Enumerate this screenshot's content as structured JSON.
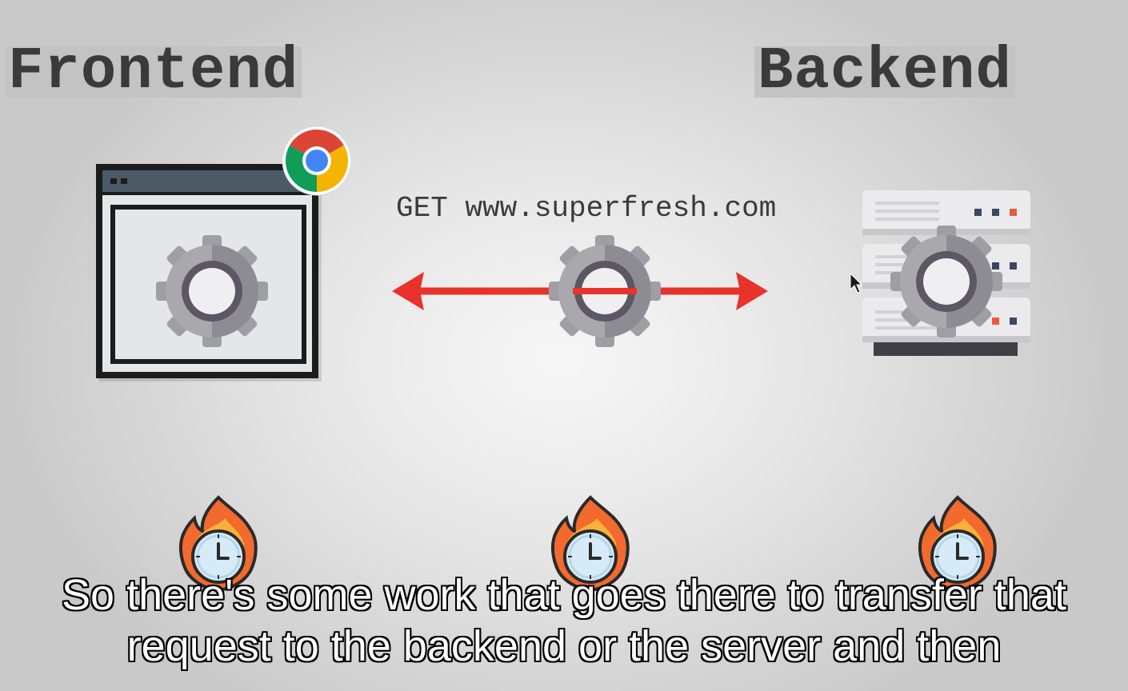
{
  "labels": {
    "frontend": "Frontend",
    "backend": "Backend"
  },
  "request_text": "GET www.superfresh.com",
  "icons": [
    "browser-window-icon",
    "chrome-icon",
    "gear-icon",
    "double-arrow-icon",
    "server-icon",
    "burning-clock-icon",
    "mouse-cursor-icon"
  ],
  "colors": {
    "arrow": "#e8322b",
    "gear_light": "#a9a8ad",
    "gear_dark": "#727077",
    "flame": "#f26a2e",
    "clock_face": "#d6ebf7"
  },
  "subtitle": {
    "line1": "So there's some work that goes there to transfer that",
    "line2": "request to the backend or the server and then"
  }
}
